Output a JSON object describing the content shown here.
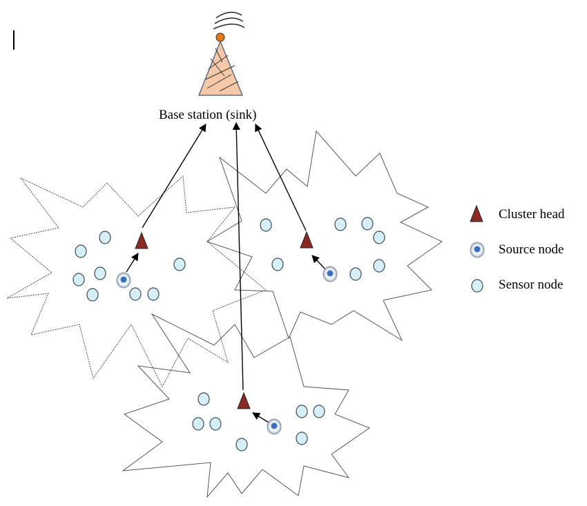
{
  "base_station": {
    "label": "Base station (sink)"
  },
  "legend": [
    {
      "key": "cluster-head",
      "label": "Cluster head"
    },
    {
      "key": "source-node",
      "label": "Source node"
    },
    {
      "key": "sensor-node",
      "label": "Sensor node"
    }
  ],
  "colors": {
    "cluster_head": "#8b2a24",
    "sensor_fill": "#d6eef5",
    "sensor_stroke": "#3b4a52",
    "source_dot": "#3b6fc0",
    "tower_fill": "#f5c9a8",
    "tower_stroke": "#5b6b86",
    "antenna": "#e07a1a"
  }
}
